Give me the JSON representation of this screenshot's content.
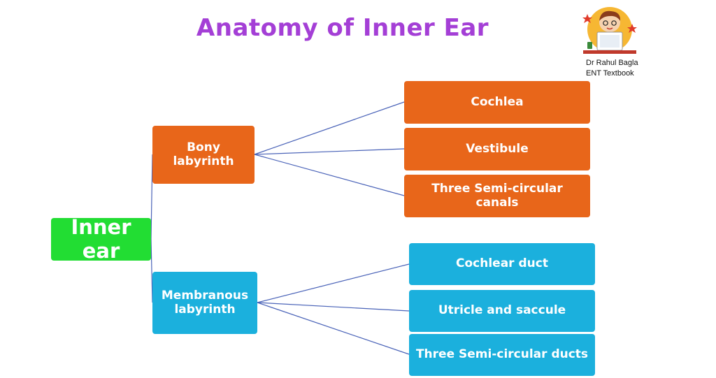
{
  "title": "Anatomy of Inner Ear",
  "branding": {
    "name": "Dr Rahul Bagla",
    "book": "ENT Textbook",
    "logo_icon": "doctor-at-laptop-avatar-icon"
  },
  "colors": {
    "title": "#a43fd6",
    "root": "#22dd33",
    "bony": "#e8661a",
    "membranous": "#1bb0dd",
    "connector": "#4a63b8"
  },
  "diagram": {
    "root": {
      "label": "Inner ear"
    },
    "branches": [
      {
        "label_lines": [
          "Bony labyrinth"
        ],
        "children": [
          "Cochlea",
          "Vestibule",
          "Three Semi-circular canals"
        ]
      },
      {
        "label_lines": [
          "Membranous",
          "labyrinth"
        ],
        "children": [
          "Cochlear duct",
          "Utricle and saccule",
          "Three Semi-circular ducts"
        ]
      }
    ]
  }
}
